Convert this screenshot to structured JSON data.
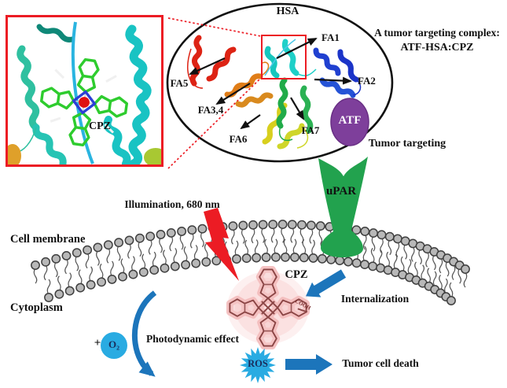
{
  "title_block": {
    "line1": "A tumor targeting complex:",
    "line2": "ATF-HSA:CPZ"
  },
  "hsa_diagram": {
    "hsa": "HSA",
    "fa1": "FA1",
    "fa2": "FA2",
    "fa34": "FA3,4",
    "fa5": "FA5",
    "fa6": "FA6",
    "fa7": "FA7",
    "atf": "ATF"
  },
  "inset": {
    "cpz": "CPZ"
  },
  "pathway": {
    "tumor_targeting": "Tumor targeting",
    "upar": "uPAR",
    "cell_membrane": "Cell membrane",
    "cytoplasm": "Cytoplasm",
    "illumination": "Illumination, 680 nm",
    "cpz": "CPZ",
    "cooh": "COOH",
    "internalization": "Internalization",
    "plus": "+",
    "o2": "O₂",
    "photodynamic": "Photodynamic effect",
    "ros": "ROS",
    "tumor_cell_death": "Tumor cell death"
  },
  "colors": {
    "accent_red": "#ec1c24",
    "upar_green": "#22a24e",
    "atf_purple": "#7e3f9b",
    "arrow_blue": "#1c75bb",
    "o2_ros_blue": "#29abe2",
    "navy_text": "#1a2c5b"
  }
}
